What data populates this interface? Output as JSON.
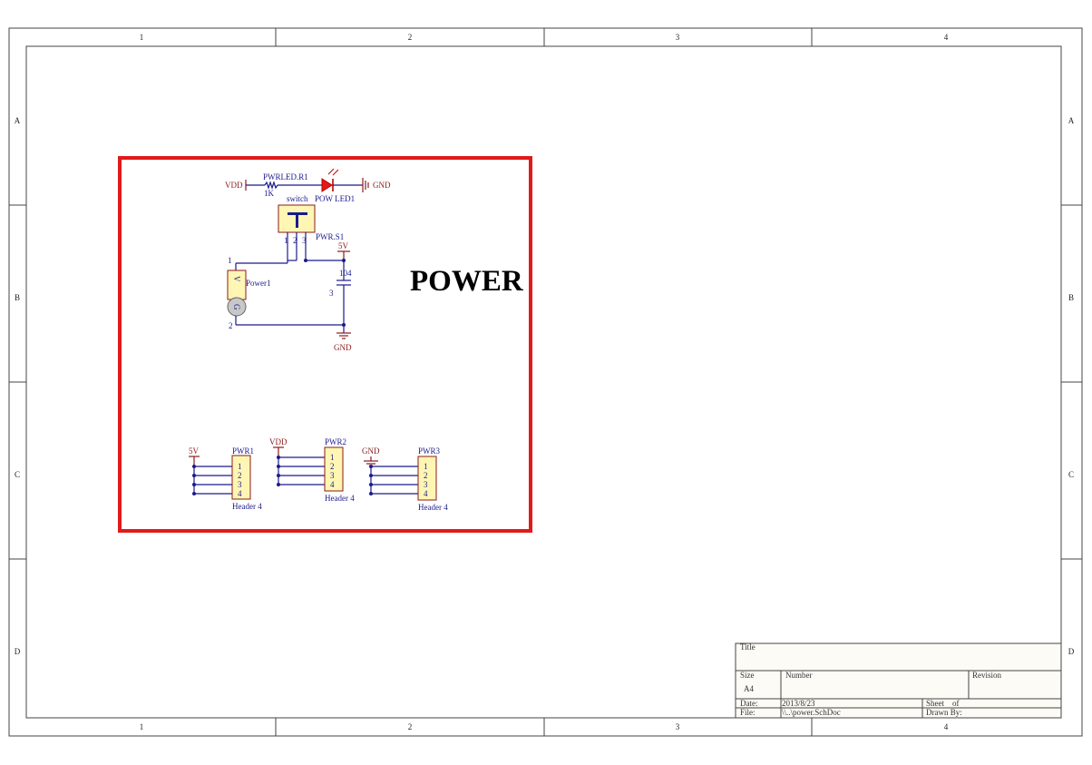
{
  "zones": {
    "columns": [
      "1",
      "2",
      "3",
      "4"
    ],
    "rows": [
      "A",
      "B",
      "C",
      "D"
    ]
  },
  "block_label": "POWER",
  "components": {
    "vdd_rail": "VDD",
    "resistor_ref": "PWRLED.R1",
    "resistor_value": "1K",
    "led_gnd": "GND",
    "switch_label": "switch",
    "led_ref": "POW LED1",
    "switch_ref": "PWR.S1",
    "switch_pins": [
      "1",
      "2",
      "3"
    ],
    "rail_5v": "5V",
    "cap_value": "104",
    "cap_pin": "3",
    "power_jack_ref": "Power1",
    "jack_v": "V",
    "jack_g": "G",
    "jack_pin_top": "1",
    "jack_pin_bottom": "2",
    "cap_gnd": "GND"
  },
  "headers": [
    {
      "rail": "5V",
      "ref": "PWR1",
      "pins": [
        "1",
        "2",
        "3",
        "4"
      ],
      "type": "Header 4"
    },
    {
      "rail": "VDD",
      "ref": "PWR2",
      "pins": [
        "1",
        "2",
        "3",
        "4"
      ],
      "type": "Header 4"
    },
    {
      "rail": "GND",
      "ref": "PWR3",
      "pins": [
        "1",
        "2",
        "3",
        "4"
      ],
      "type": "Header 4"
    }
  ],
  "title_block": {
    "title_label": "Title",
    "size_label": "Size",
    "size_value": "A4",
    "number_label": "Number",
    "revision_label": "Revision",
    "date_label": "Date:",
    "date_value": "2013/8/23",
    "file_label": "File:",
    "file_value": "\\\\..\\power.SchDoc",
    "sheet_label": "Sheet",
    "sheet_of": "of",
    "drawn_label": "Drawn By:"
  },
  "colors": {
    "sheet_bg": "#fdfbf5",
    "highlight": "#e11a1a",
    "wire": "#1a1a8c",
    "rail": "#8b1a1a",
    "component_fill": "#fff6b3"
  }
}
